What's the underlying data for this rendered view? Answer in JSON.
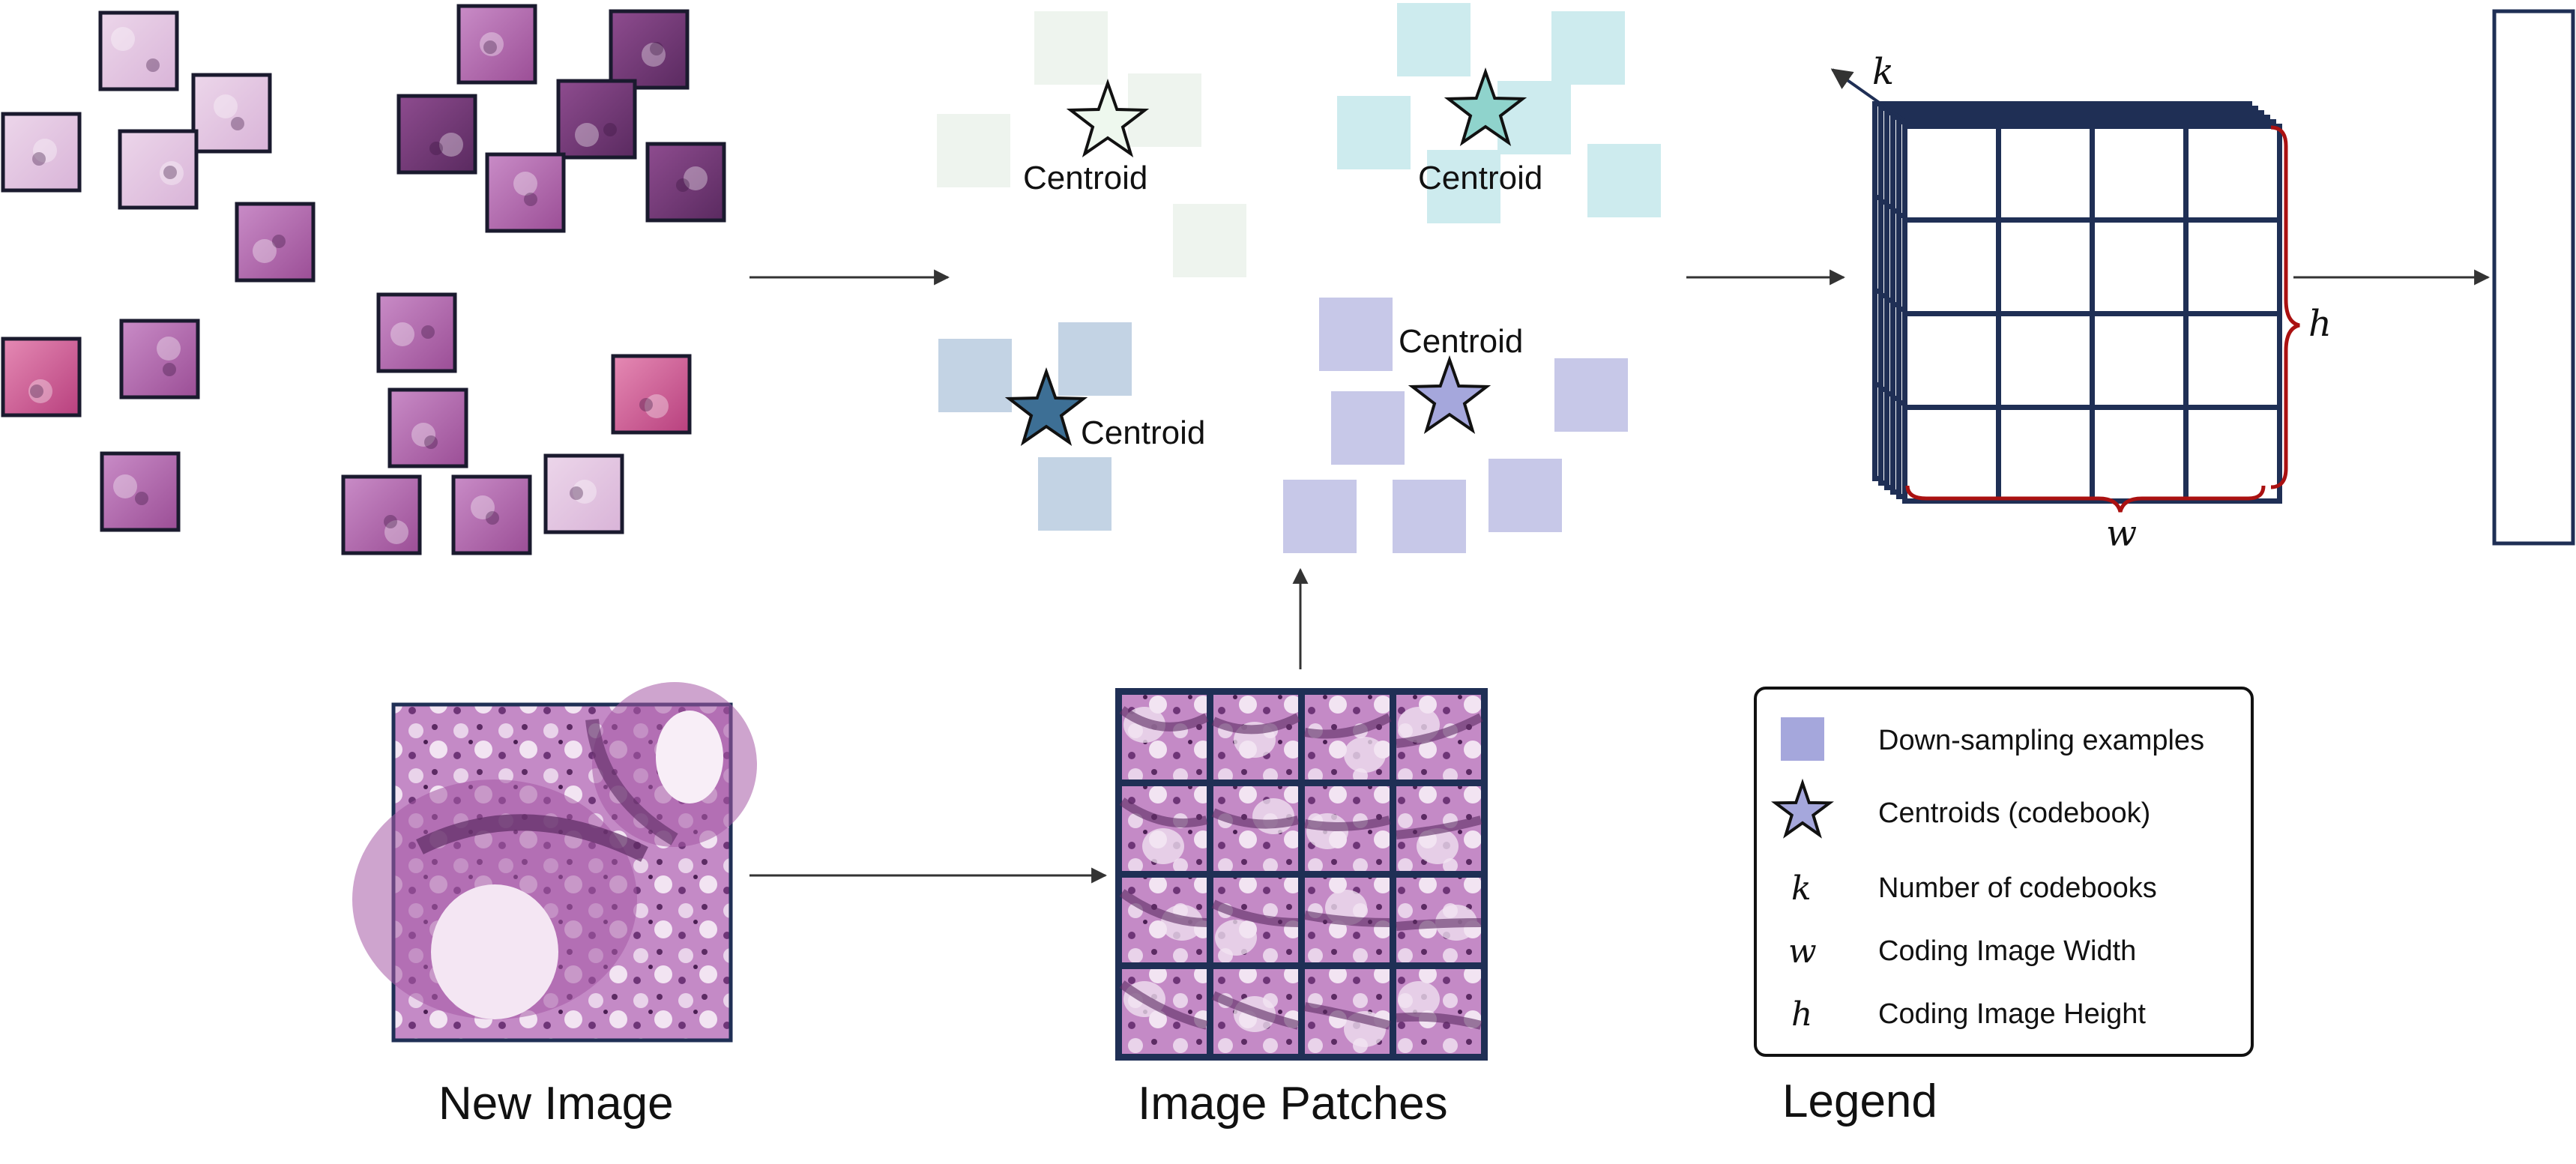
{
  "centroid_label": "Centroid",
  "captions": {
    "new_image": "New Image",
    "image_patches": "Image Patches",
    "legend": "Legend"
  },
  "dimension_labels": {
    "k": "k",
    "h": "h",
    "w": "w"
  },
  "legend": {
    "items": [
      {
        "symbol": "square",
        "text": "Down-sampling examples"
      },
      {
        "symbol": "star",
        "text": "Centroids (codebook)"
      },
      {
        "symbol": "k",
        "text": "Number of codebooks"
      },
      {
        "symbol": "w",
        "text": "Coding Image Width"
      },
      {
        "symbol": "h",
        "text": "Coding Image Height"
      }
    ]
  },
  "colors": {
    "cluster_green": "#eef4ee",
    "cluster_cyan": "#cdebee",
    "cluster_blue": "#c3d3e4",
    "cluster_purple": "#c7c8e8",
    "star_green": "#eef8ee",
    "star_cyan": "#8fd3cc",
    "star_blue": "#3d6f95",
    "star_purple": "#a5a7dc",
    "grid_navy": "#1f2f55",
    "brace_red": "#aa1111",
    "tissue_purple": "#9b4e96"
  }
}
